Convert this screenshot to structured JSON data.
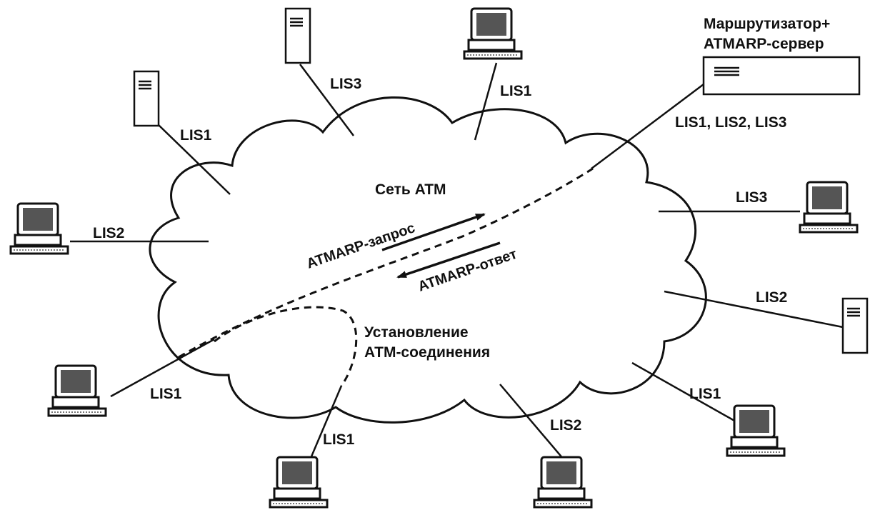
{
  "router": {
    "title_line1": "Маршрутизатор+",
    "title_line2": "ATMARP-сервер",
    "lis_label": "LIS1, LIS2, LIS3",
    "icon": "router-icon"
  },
  "network": {
    "title": "Сеть ATM"
  },
  "arrows": {
    "request": "ATMARP-запрос",
    "reply": "ATMARP-ответ"
  },
  "connection_setup": {
    "line1": "Установление",
    "line2": "АТМ-соединения"
  },
  "hosts": [
    {
      "type": "server",
      "icon": "server-icon",
      "lis": "LIS1"
    },
    {
      "type": "server",
      "icon": "server-icon",
      "lis": "LIS3"
    },
    {
      "type": "workstation",
      "icon": "workstation-icon",
      "lis": "LIS1"
    },
    {
      "type": "workstation",
      "icon": "workstation-icon",
      "lis": "LIS2"
    },
    {
      "type": "workstation",
      "icon": "workstation-icon",
      "lis": "LIS3"
    },
    {
      "type": "server",
      "icon": "server-icon",
      "lis": "LIS2"
    },
    {
      "type": "workstation",
      "icon": "workstation-icon",
      "lis": "LIS1"
    },
    {
      "type": "workstation",
      "icon": "workstation-icon",
      "lis": "LIS1"
    },
    {
      "type": "workstation",
      "icon": "workstation-icon",
      "lis": "LIS2"
    },
    {
      "type": "workstation",
      "icon": "workstation-icon",
      "lis": "LIS1"
    }
  ],
  "colors": {
    "line": "#111111",
    "screen": "#555555",
    "background": "#ffffff"
  }
}
